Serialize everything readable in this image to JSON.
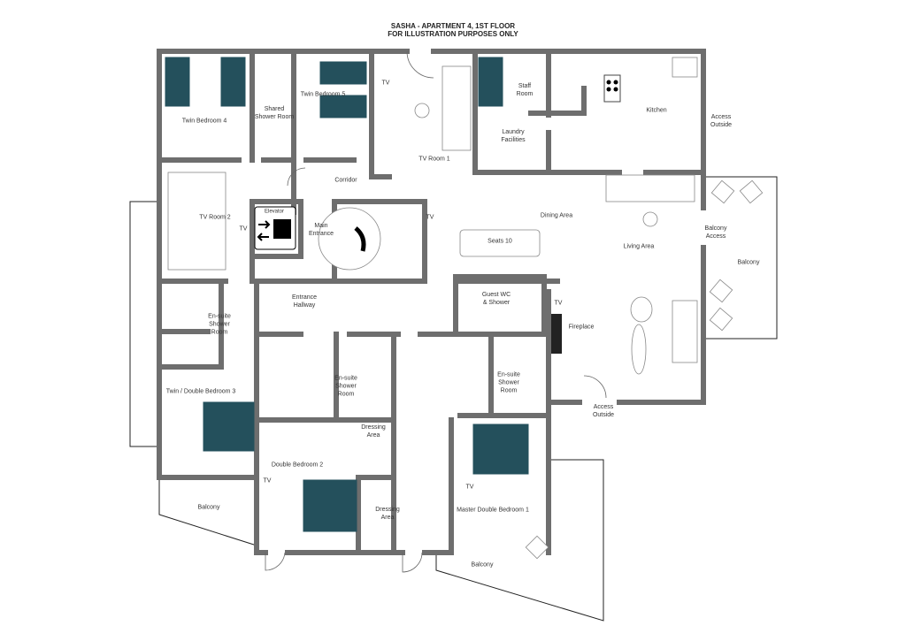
{
  "title": {
    "line1": "SASHA - APARTMENT 4, 1ST FLOOR",
    "line2": "FOR ILLUSTRATION PURPOSES ONLY"
  },
  "rooms": {
    "twin_bedroom_4": "Twin Bedroom 4",
    "shared_shower": "Shared\nShower Room",
    "twin_bedroom_5": "Twin Bedroom 5",
    "tv_room_1": "TV Room 1",
    "staff_room": "Staff\nRoom",
    "laundry": "Laundry\nFacilities",
    "kitchen": "Kitchen",
    "access_outside_top": "Access\nOutside",
    "corridor": "Corridor",
    "tv_room_2": "TV Room 2",
    "elevator": "Elevator",
    "main_entrance": "Main\nEntrance",
    "dining_area": "Dining Area",
    "seats": "Seats 10",
    "living_area": "Living Area",
    "balcony_access": "Balcony\nAccess",
    "balcony_right": "Balcony",
    "ensuite_3": "En-suite\nShower\nRoom",
    "entrance_hallway": "Entrance\nHallway",
    "guest_wc": "Guest WC\n& Shower",
    "fireplace": "Fireplace",
    "twin_double_3": "Twin / Double Bedroom 3",
    "ensuite_2": "En-suite\nShower\nRoom",
    "ensuite_1": "En-suite\nShower\nRoom",
    "access_outside_bottom": "Access\nOutside",
    "dressing_2": "Dressing\nArea",
    "double_bedroom_2": "Double Bedroom 2",
    "dressing_1": "Dressing\nArea",
    "master_1": "Master Double Bedroom 1",
    "balcony_left": "Balcony",
    "balcony_bottom": "Balcony"
  },
  "tv": [
    "TV",
    "TV",
    "TV",
    "TV",
    "TV",
    "TV"
  ],
  "colors": {
    "wall": "#6e6e6e",
    "bed": "#24505c"
  }
}
